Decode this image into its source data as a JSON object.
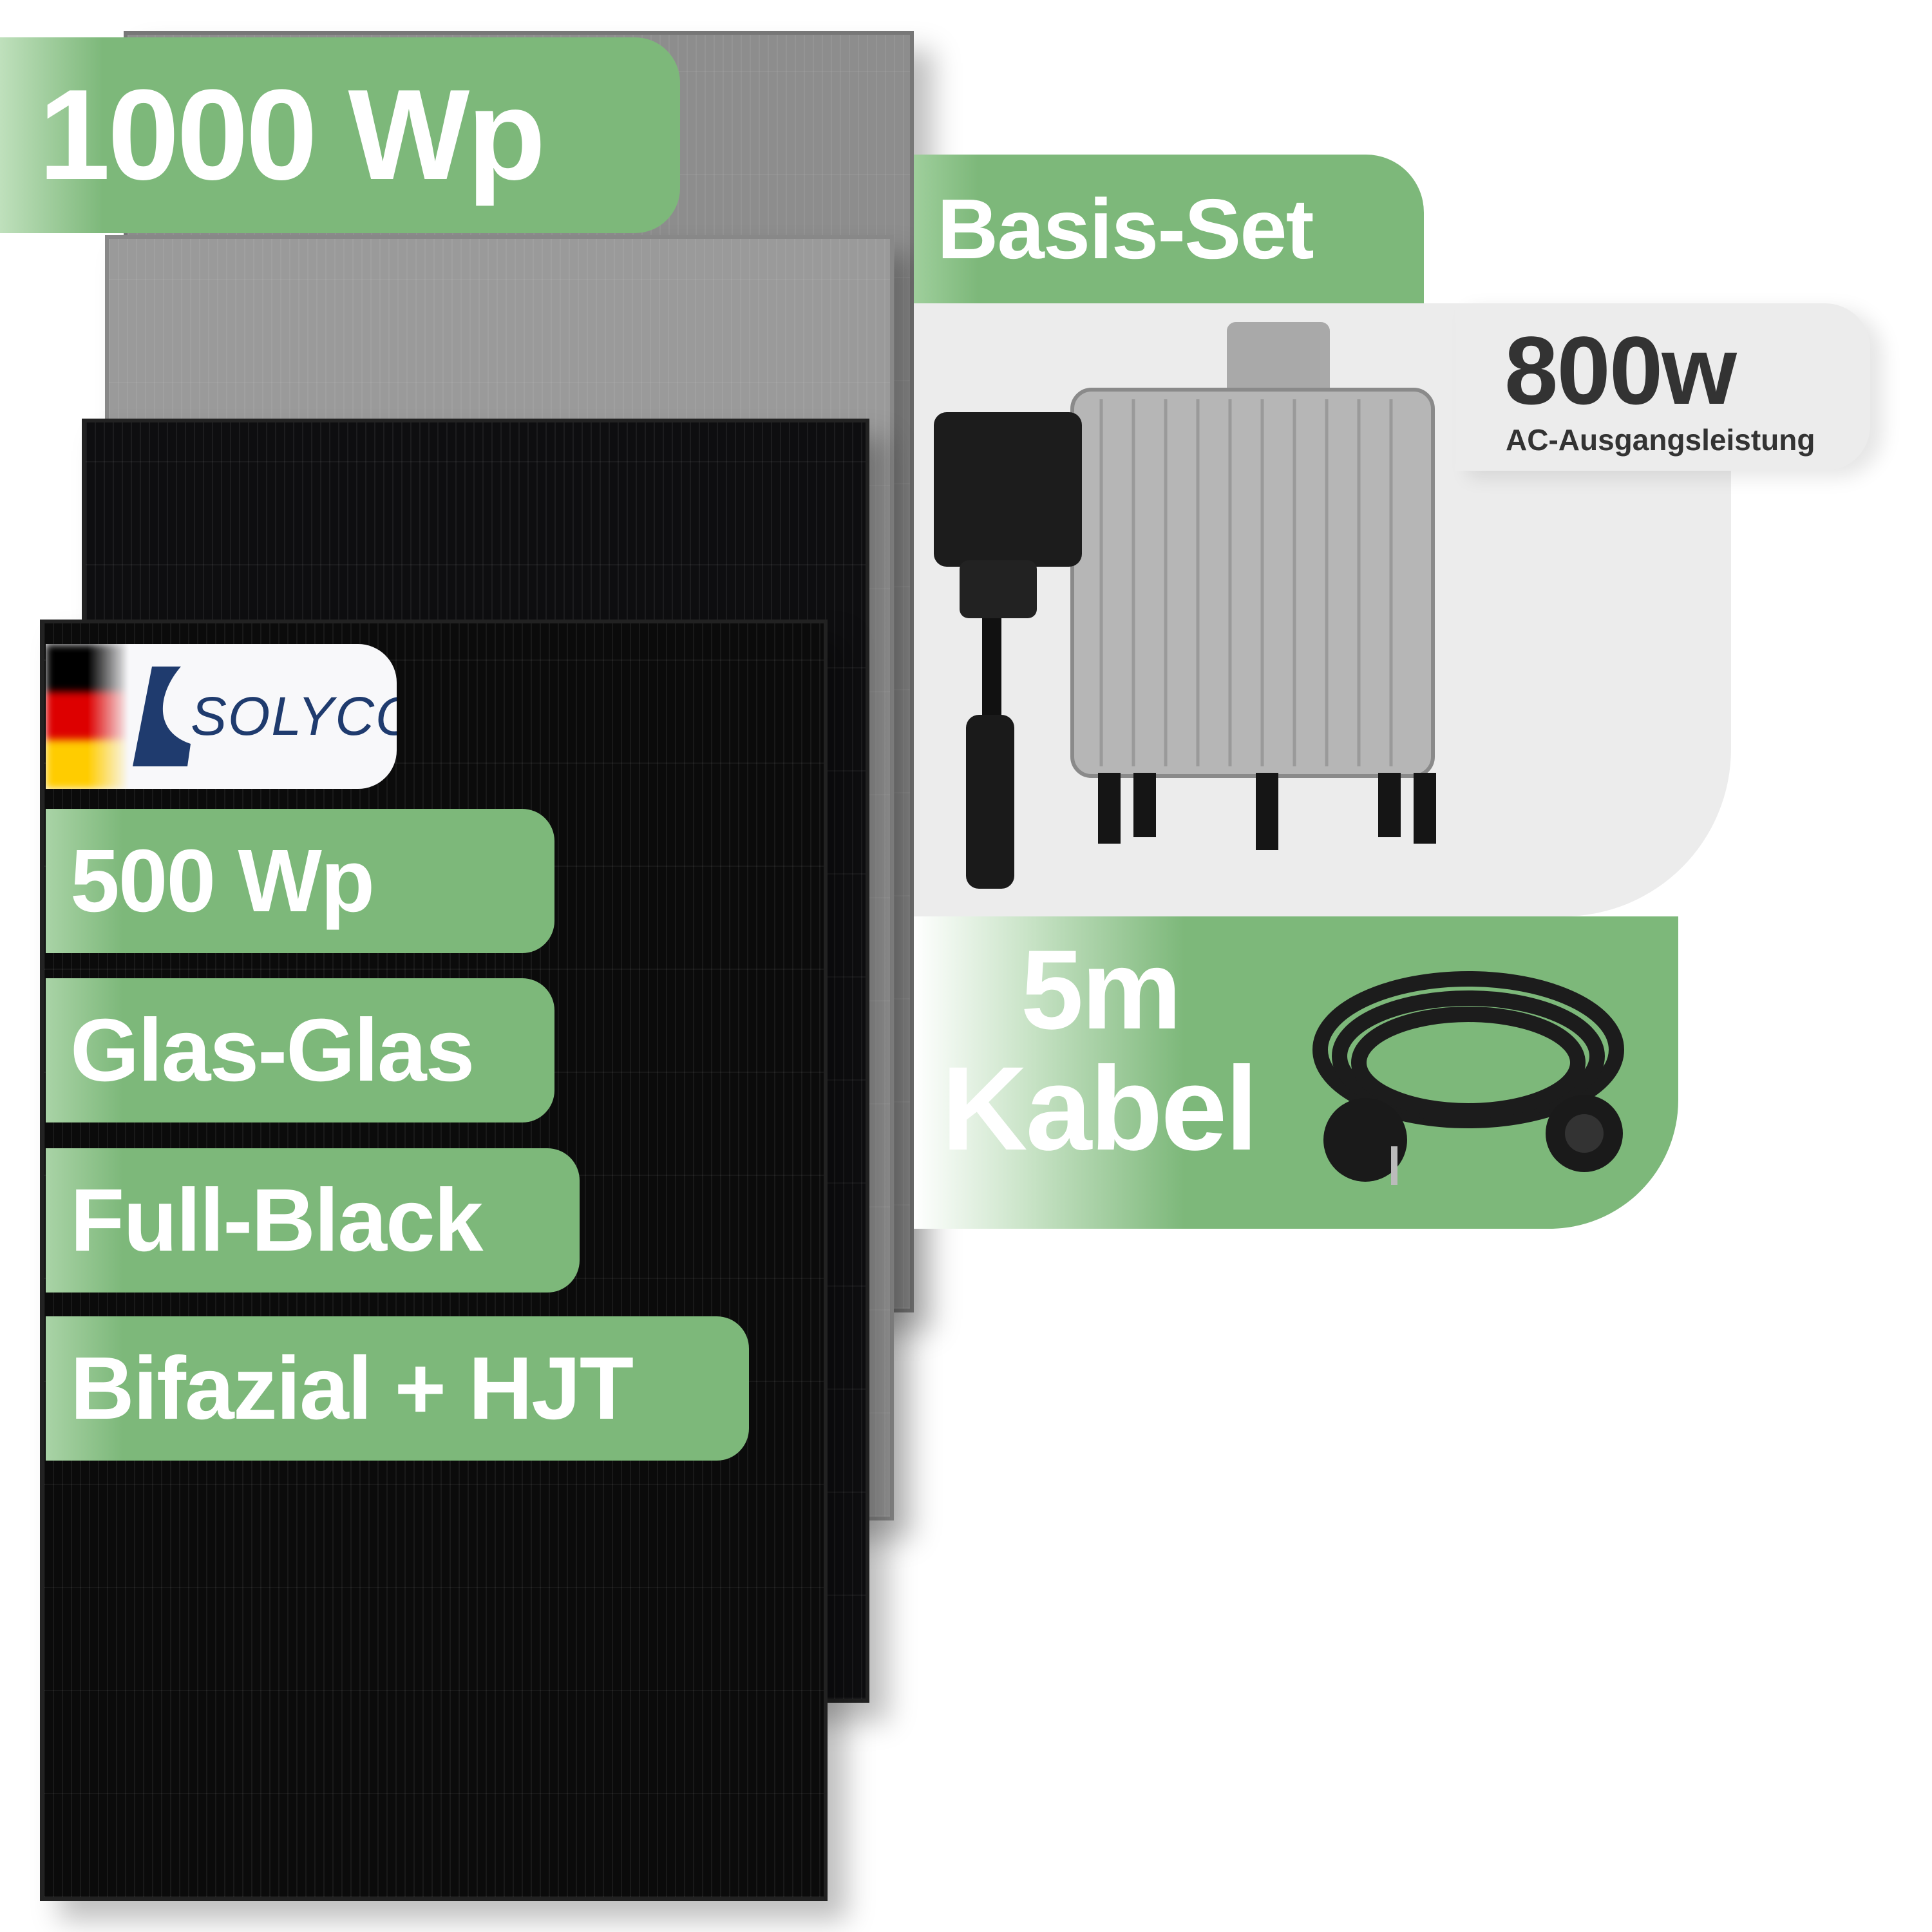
{
  "badges": {
    "total_power": "1000 Wp",
    "set_name": "Basis-Set"
  },
  "inverter": {
    "power": "800w",
    "power_label": "AC-Ausgangsleistung"
  },
  "cable": {
    "length": "5m",
    "label": "Kabel"
  },
  "brand": {
    "logo_text": "SOLYCO",
    "flag": "germany"
  },
  "features": [
    "500 Wp",
    "Glas-Glas",
    "Full-Black",
    "Bifazial + HJT"
  ],
  "colors": {
    "accent_green": "#7db87a",
    "panel_black": "#0b0b0b",
    "text_dark": "#333333",
    "logo_blue": "#1f3b6e",
    "box_gray": "#ececec"
  }
}
